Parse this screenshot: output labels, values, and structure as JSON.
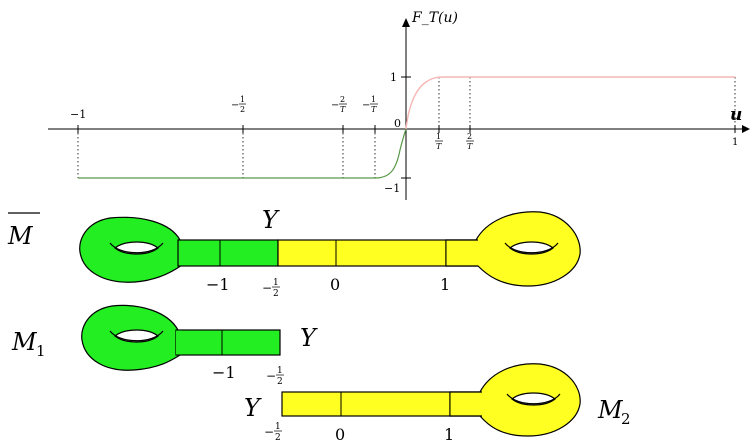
{
  "graph": {
    "y_axis_label": "F_T(u)",
    "x_axis_label": "u",
    "origin_label": "0",
    "y_tick_pos": "1",
    "y_tick_neg": "−1",
    "x_ticks": [
      {
        "value": -1,
        "label": "−1"
      },
      {
        "value": -0.5,
        "label": "−½"
      },
      {
        "value": -0.2,
        "label": "−2/T"
      },
      {
        "value": -0.1,
        "label": "−1/T"
      },
      {
        "value": 0.1,
        "label": "1/T"
      },
      {
        "value": 0.2,
        "label": "2/T"
      },
      {
        "value": 1,
        "label": "1"
      }
    ],
    "curve": {
      "description_colors": {
        "negative": "#5a9a4a",
        "positive": "#f4b7b4"
      }
    }
  },
  "surfaces": {
    "mbar": {
      "label_main": "M",
      "label_y": "Y",
      "ticks": [
        "−1",
        "−½",
        "0",
        "1"
      ]
    },
    "m1": {
      "label_main": "M",
      "label_sub": "1",
      "label_y": "Y",
      "ticks": [
        "−1",
        "−½"
      ]
    },
    "m2": {
      "label_main": "M",
      "label_sub": "2",
      "label_y": "Y",
      "ticks": [
        "−½",
        "0",
        "1"
      ]
    }
  },
  "colors": {
    "green": "#22ee22",
    "yellow": "#ffff22",
    "axis": "#000000"
  }
}
